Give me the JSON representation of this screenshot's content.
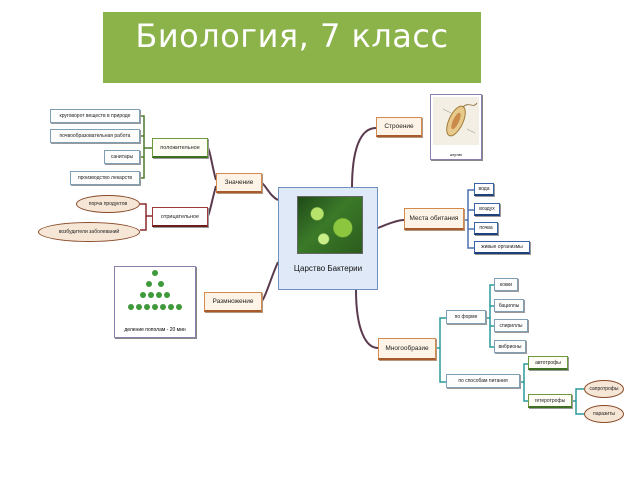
{
  "title": "Биология, 7 класс",
  "center": {
    "label": "Царство Бактерии"
  },
  "branches": {
    "structure": {
      "label": "Строение",
      "image_caption": "жгутик"
    },
    "habitat": {
      "label": "Места обитания",
      "items": [
        "вода",
        "воздух",
        "почва",
        "живые организмы"
      ]
    },
    "significance": {
      "label": "Значение",
      "positive": {
        "label": "положительное",
        "items": [
          "круговорот веществ в природе",
          "почвообразовательная работа",
          "санитары",
          "производство лекарств"
        ]
      },
      "negative": {
        "label": "отрицательное",
        "items": [
          "порча продуктов",
          "возбудители заболеваний"
        ]
      }
    },
    "reproduction": {
      "label": "Размножение",
      "image_caption": "деление пополам - 20 мин"
    },
    "diversity": {
      "label": "Многообразие",
      "by_shape": {
        "label": "по форме",
        "items": [
          "кокки",
          "бациллы",
          "спириллы",
          "вибрионы"
        ]
      },
      "by_nutrition": {
        "label": "по способам питания",
        "autotrophs": "автотрофы",
        "heterotrophs": {
          "label": "гетеротрофы",
          "items": [
            "сапротрофы",
            "паразиты"
          ]
        }
      }
    }
  }
}
